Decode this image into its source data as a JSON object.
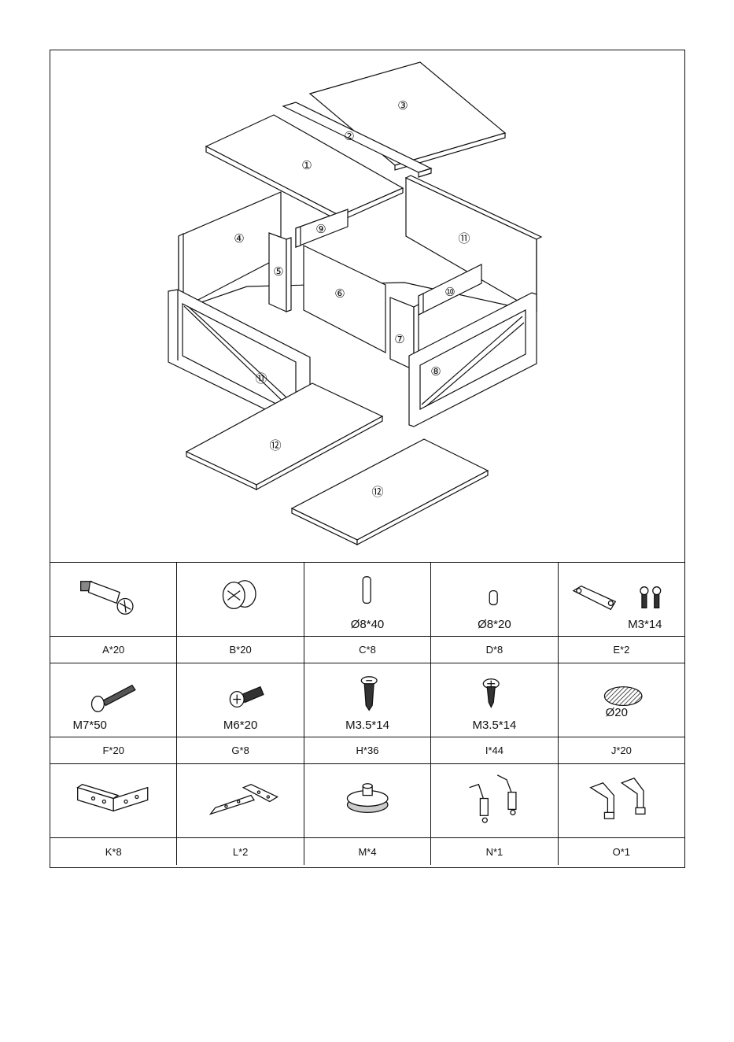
{
  "panels": [
    {
      "id": "1",
      "num": "①"
    },
    {
      "id": "2",
      "num": "②"
    },
    {
      "id": "3",
      "num": "③"
    },
    {
      "id": "4",
      "num": "④"
    },
    {
      "id": "5",
      "num": "⑤"
    },
    {
      "id": "6",
      "num": "⑥"
    },
    {
      "id": "7",
      "num": "⑦"
    },
    {
      "id": "8",
      "num": "⑧"
    },
    {
      "id": "9",
      "num": "⑨"
    },
    {
      "id": "10",
      "num": "⑩"
    },
    {
      "id": "11a",
      "num": "⑪"
    },
    {
      "id": "11b",
      "num": "⑪"
    },
    {
      "id": "12a",
      "num": "⑫"
    },
    {
      "id": "12b",
      "num": "⑫"
    }
  ],
  "hardware": [
    {
      "icon": "cam-bolt-icon",
      "size": "",
      "label": "A*20"
    },
    {
      "icon": "cam-lock-icon",
      "size": "",
      "label": "B*20"
    },
    {
      "icon": "dowel-long-icon",
      "size": "Ø8*40",
      "label": "C*8"
    },
    {
      "icon": "dowel-short-icon",
      "size": "Ø8*20",
      "label": "D*8"
    },
    {
      "icon": "connector-plate-icon",
      "size": "M3*14",
      "label": "E*2"
    },
    {
      "icon": "long-bolt-icon",
      "size": "M7*50",
      "label": "F*20"
    },
    {
      "icon": "machine-screw-icon",
      "size": "M6*20",
      "label": "G*8"
    },
    {
      "icon": "wood-screw-icon",
      "size": "M3.5*14",
      "label": "H*36"
    },
    {
      "icon": "pan-screw-icon",
      "size": "M3.5*14",
      "label": "I*44"
    },
    {
      "icon": "cap-sticker-icon",
      "size": "Ø20",
      "label": "J*20"
    },
    {
      "icon": "corner-bracket-icon",
      "size": "",
      "label": "K*8"
    },
    {
      "icon": "t-hinge-icon",
      "size": "",
      "label": "L*2"
    },
    {
      "icon": "foot-glide-icon",
      "size": "",
      "label": "M*4"
    },
    {
      "icon": "lid-stay-icon",
      "size": "",
      "label": "N*1"
    },
    {
      "icon": "lift-hinge-icon",
      "size": "",
      "label": "O*1"
    }
  ]
}
